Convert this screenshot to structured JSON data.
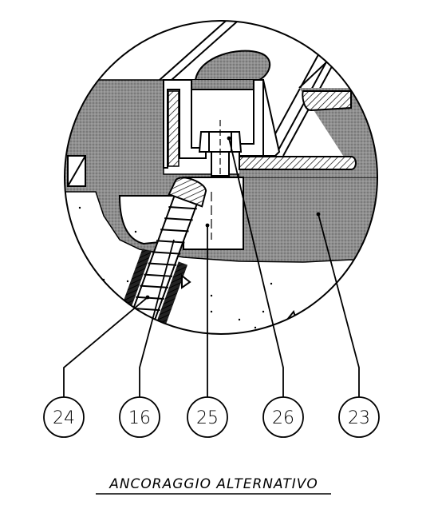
{
  "drawing": {
    "caption": "ANCORAGGIO ALTERNATIVO",
    "callouts": [
      {
        "id": "24"
      },
      {
        "id": "16"
      },
      {
        "id": "25"
      },
      {
        "id": "26"
      },
      {
        "id": "23"
      }
    ]
  },
  "colors": {
    "ink": "#000000",
    "concrete_fill": "#8a8a8a",
    "background": "#ffffff"
  }
}
